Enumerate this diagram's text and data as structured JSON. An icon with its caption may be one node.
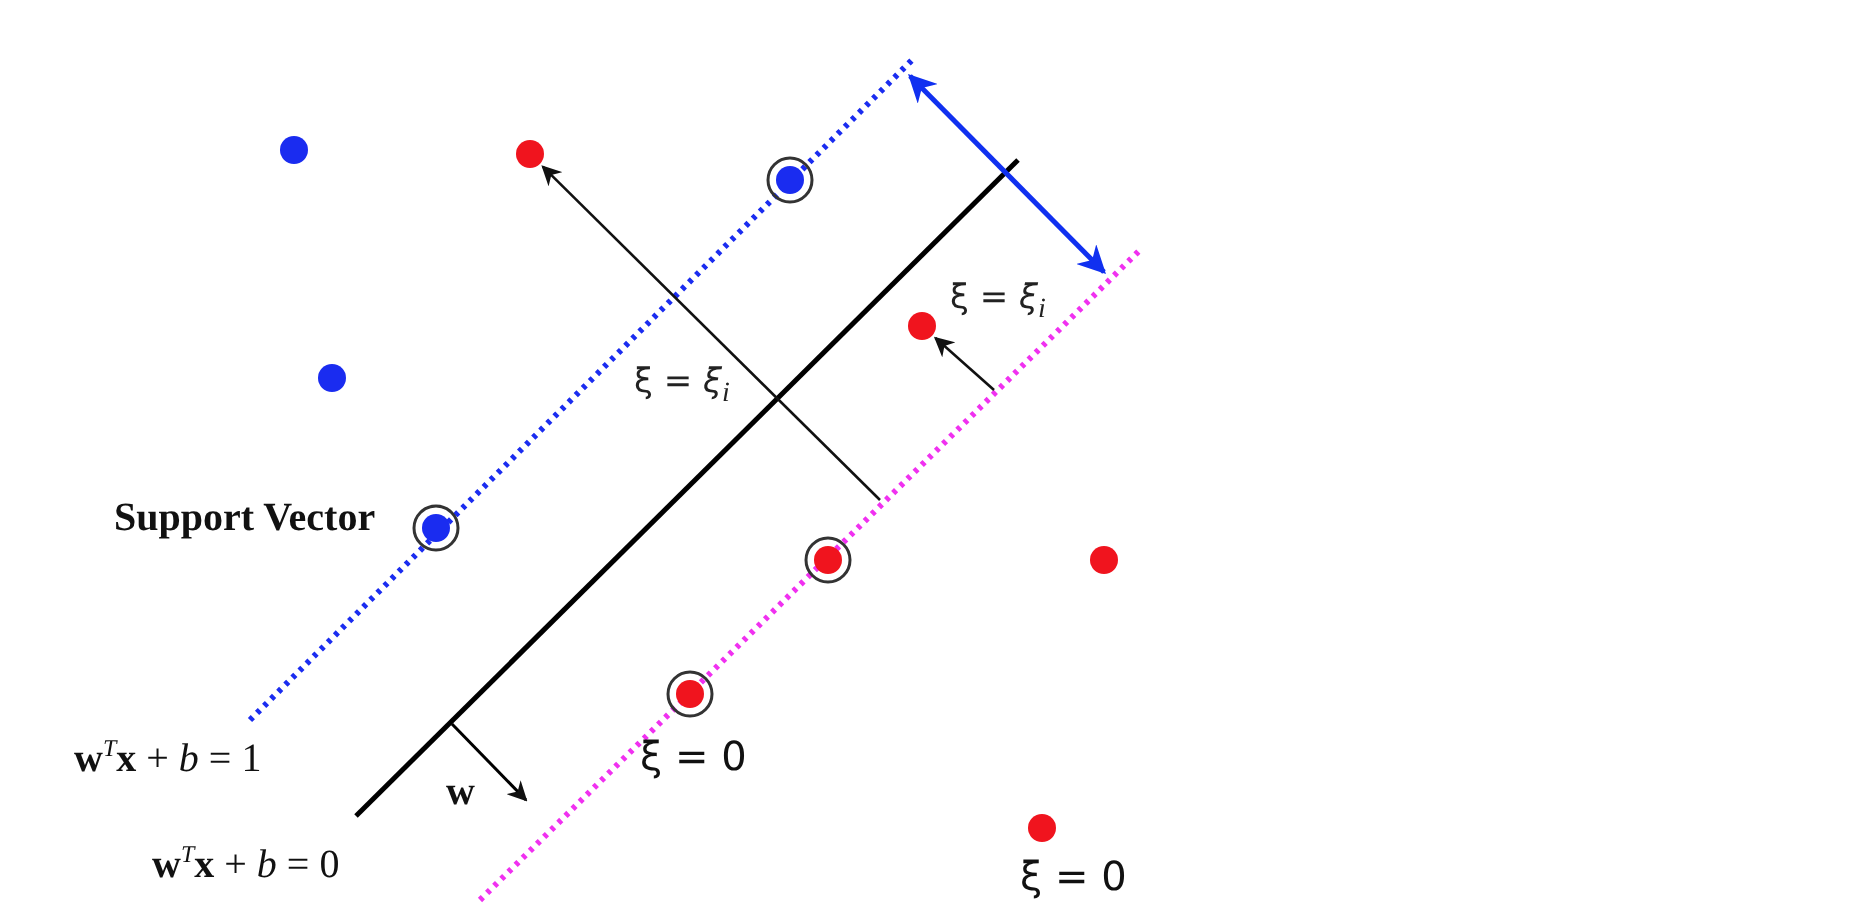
{
  "diagram": {
    "nodes": [
      {
        "text": [],
        "shape": "circle"
      },
      {
        "text": [],
        "shape": "circle"
      }
    ],
    "edges": [
      {
        "from": null,
        "to": 0,
        "arrow": "to",
        "label": "ξ = *ξ*$_{i}$"
      },
      {
        "from": null,
        "to": 1,
        "arrow": "to",
        "label": "ξ = *ξ*$_{i}$"
      }
    ],
    "labels": [
      "Support Vector",
      "**w**$^{T}$**x** + *b* = 1",
      "**w**",
      "**w**$^{T}$**x** + *b* = 0",
      "ξ = 0",
      "ξ = 0"
    ]
  }
}
